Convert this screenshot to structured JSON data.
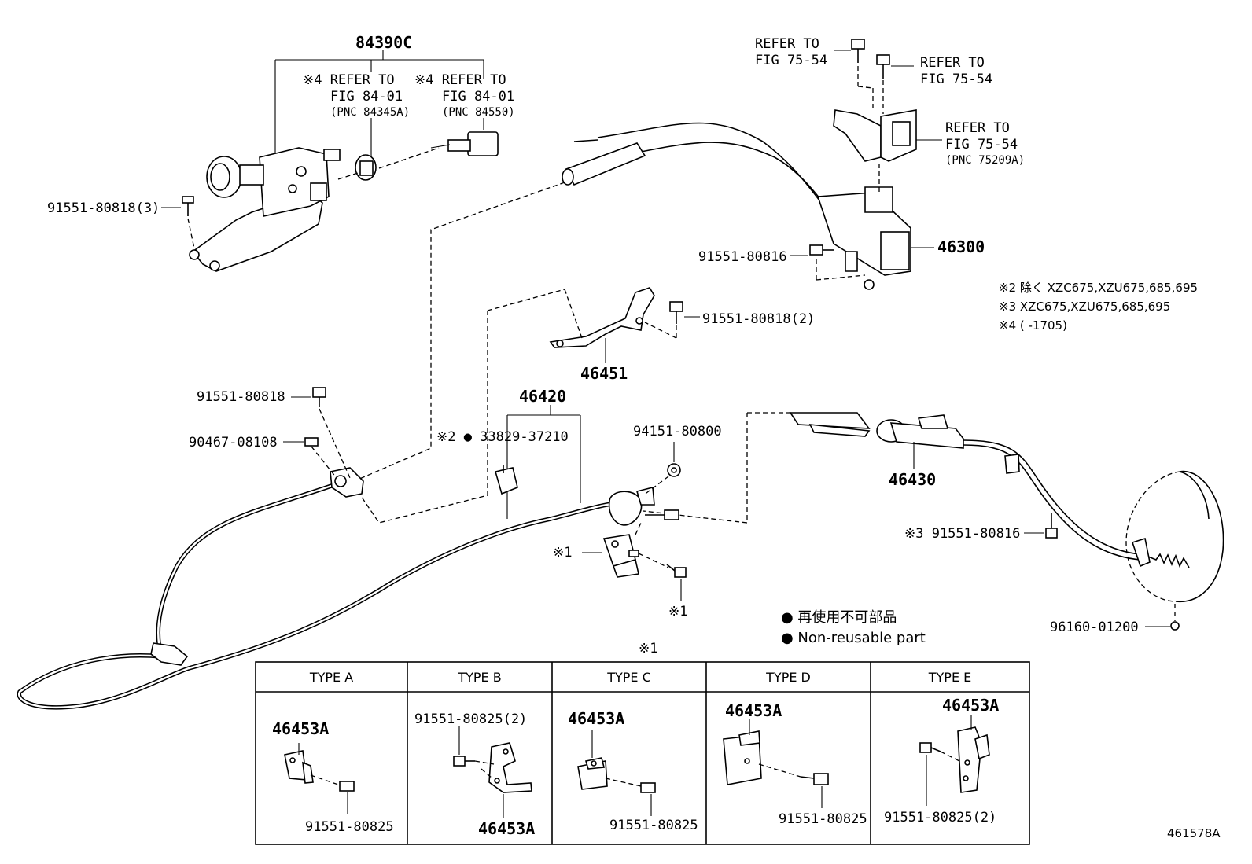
{
  "labels": {
    "p84390c": "84390C",
    "refer_left_1": "※4 REFER TO",
    "refer_left_2": "FIG 84-01",
    "refer_left_3": "(PNC 84345A)",
    "refer_mid_1": "※4 REFER TO",
    "refer_mid_2": "FIG 84-01",
    "refer_mid_3": "(PNC 84550)",
    "bolt_left_top": "91551-80818(3)",
    "refer_tr1_1": "REFER TO",
    "refer_tr1_2": "FIG 75-54",
    "refer_tr2_1": "REFER TO",
    "refer_tr2_2": "FIG 75-54",
    "refer_tr3_1": "REFER TO",
    "refer_tr3_2": "FIG 75-54",
    "refer_tr3_3": "(PNC 75209A)",
    "p46300": "46300",
    "bolt_46300": "91551-80816",
    "note2": "※2 除く XZC675,XZU675,685,695",
    "note3": "※3 XZC675,XZU675,685,695",
    "note4": "※4 (       -1705)",
    "bolt_46451": "91551-80818(2)",
    "p46451": "46451",
    "p46420": "46420",
    "bolt_left_mid": "91551-80818",
    "clip_left": "90467-08108",
    "p33829": "※2 ● 33829-37210",
    "nut_94151": "94151-80800",
    "p46430": "46430",
    "bolt_46430": "※3 91551-80816",
    "mark1_a": "※1",
    "mark1_b": "※1",
    "legend_jp": "● 再使用不可部品",
    "legend_en": "● Non-reusable part",
    "p96160": "96160-01200",
    "table_mark": "※1",
    "diagram_id": "461578A"
  },
  "table": {
    "headers": [
      "TYPE A",
      "TYPE B",
      "TYPE C",
      "TYPE D",
      "TYPE E"
    ],
    "type_a": {
      "part": "46453A",
      "bolt": "91551-80825"
    },
    "type_b": {
      "part": "46453A",
      "bolt": "91551-80825(2)"
    },
    "type_c": {
      "part": "46453A",
      "bolt": "91551-80825"
    },
    "type_d": {
      "part": "46453A",
      "bolt": "91551-80825"
    },
    "type_e": {
      "part": "46453A",
      "bolt": "91551-80825(2)"
    }
  }
}
